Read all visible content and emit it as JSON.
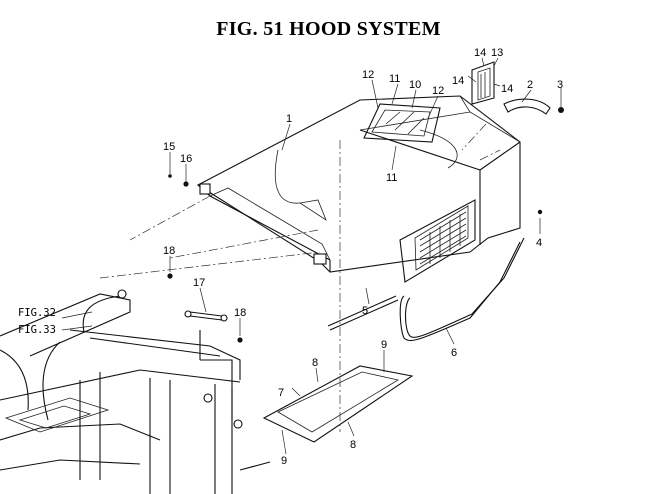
{
  "figure": {
    "title": "FIG. 51  HOOD SYSTEM"
  },
  "callouts": [
    {
      "id": "c1",
      "text": "1"
    },
    {
      "id": "c2",
      "text": "2"
    },
    {
      "id": "c3",
      "text": "3"
    },
    {
      "id": "c4",
      "text": "4"
    },
    {
      "id": "c5",
      "text": "5"
    },
    {
      "id": "c6",
      "text": "6"
    },
    {
      "id": "c7",
      "text": "7"
    },
    {
      "id": "c8a",
      "text": "8"
    },
    {
      "id": "c8b",
      "text": "8"
    },
    {
      "id": "c9a",
      "text": "9"
    },
    {
      "id": "c9b",
      "text": "9"
    },
    {
      "id": "c10",
      "text": "10"
    },
    {
      "id": "c11a",
      "text": "11"
    },
    {
      "id": "c11b",
      "text": "11"
    },
    {
      "id": "c12a",
      "text": "12"
    },
    {
      "id": "c12b",
      "text": "12"
    },
    {
      "id": "c13",
      "text": "13"
    },
    {
      "id": "c14a",
      "text": "14"
    },
    {
      "id": "c14b",
      "text": "14"
    },
    {
      "id": "c14c",
      "text": "14"
    },
    {
      "id": "c15",
      "text": "15"
    },
    {
      "id": "c16",
      "text": "16"
    },
    {
      "id": "c17",
      "text": "17"
    },
    {
      "id": "c18a",
      "text": "18"
    },
    {
      "id": "c18b",
      "text": "18"
    }
  ],
  "references": {
    "fig32": "FIG.32",
    "fig33": "FIG.33"
  }
}
